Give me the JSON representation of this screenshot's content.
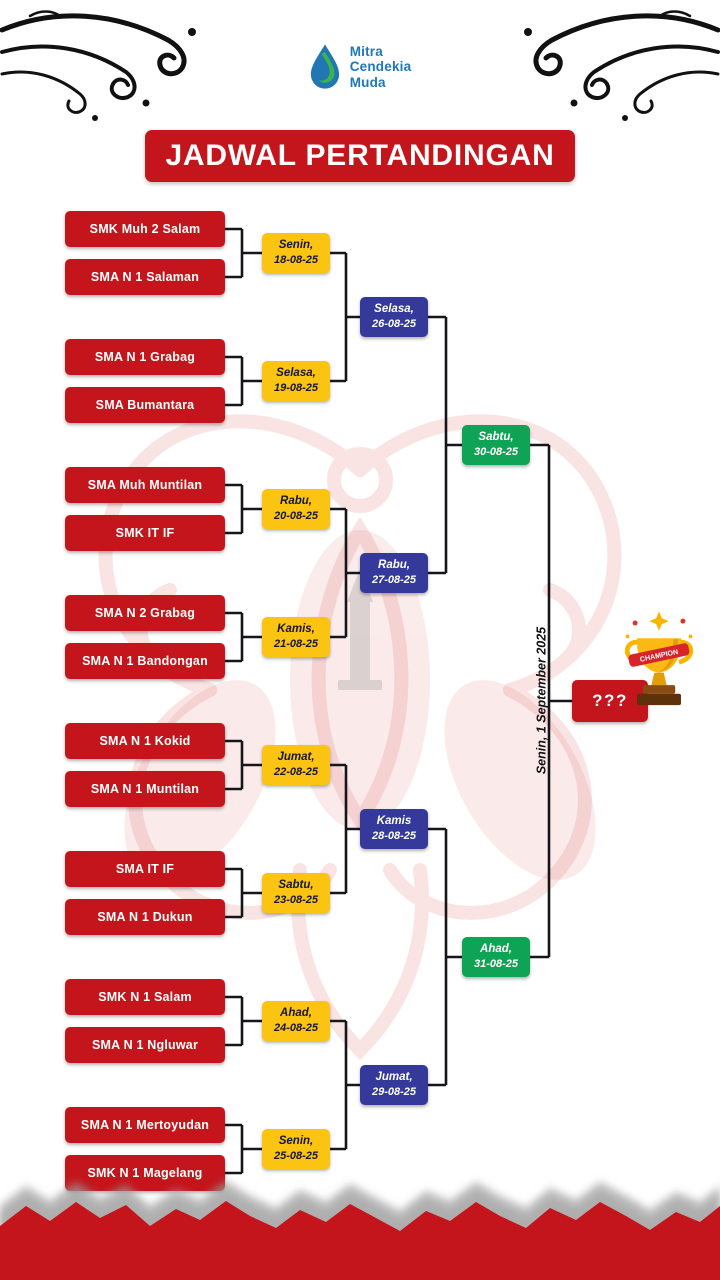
{
  "header": {
    "logo": {
      "lines": [
        "Mitra",
        "Cendekia",
        "Muda"
      ]
    },
    "title": "JADWAL PERTANDINGAN"
  },
  "bracket": {
    "matches": [
      {
        "team1": "SMK Muh 2 Salam",
        "team2": "SMA N 1 Salaman",
        "day": "Senin,",
        "date": "18-08-25"
      },
      {
        "team1": "SMA N 1 Grabag",
        "team2": "SMA Bumantara",
        "day": "Selasa,",
        "date": "19-08-25"
      },
      {
        "team1": "SMA Muh Muntilan",
        "team2": "SMK IT IF",
        "day": "Rabu,",
        "date": "20-08-25"
      },
      {
        "team1": "SMA N 2 Grabag",
        "team2": "SMA N 1 Bandongan",
        "day": "Kamis,",
        "date": "21-08-25"
      },
      {
        "team1": "SMA N 1 Kokid",
        "team2": "SMA N 1 Muntilan",
        "day": "Jumat,",
        "date": "22-08-25"
      },
      {
        "team1": "SMA IT IF",
        "team2": "SMA N 1 Dukun",
        "day": "Sabtu,",
        "date": "23-08-25"
      },
      {
        "team1": "SMK N 1 Salam",
        "team2": "SMA N 1 Ngluwar",
        "day": "Ahad,",
        "date": "24-08-25"
      },
      {
        "team1": "SMA N 1 Mertoyudan",
        "team2": "SMK N 1 Magelang",
        "day": "Senin,",
        "date": "25-08-25"
      }
    ],
    "quarterfinals": [
      {
        "day": "Selasa,",
        "date": "26-08-25"
      },
      {
        "day": "Rabu,",
        "date": "27-08-25"
      },
      {
        "day": "Kamis",
        "date": "28-08-25"
      },
      {
        "day": "Jumat,",
        "date": "29-08-25"
      }
    ],
    "semifinals": [
      {
        "day": "Sabtu,",
        "date": "30-08-25"
      },
      {
        "day": "Ahad,",
        "date": "31-08-25"
      }
    ],
    "final": {
      "date_label": "Senin, 1 September 2025",
      "winner_placeholder": "???"
    }
  },
  "trophy": {
    "ribbon": "CHAMPION"
  },
  "colors": {
    "red": "#c3151b",
    "yellow": "#fbc412",
    "blue": "#35399a",
    "green": "#0ea355",
    "logo_blue": "#2077b4",
    "line": "#15151a"
  }
}
